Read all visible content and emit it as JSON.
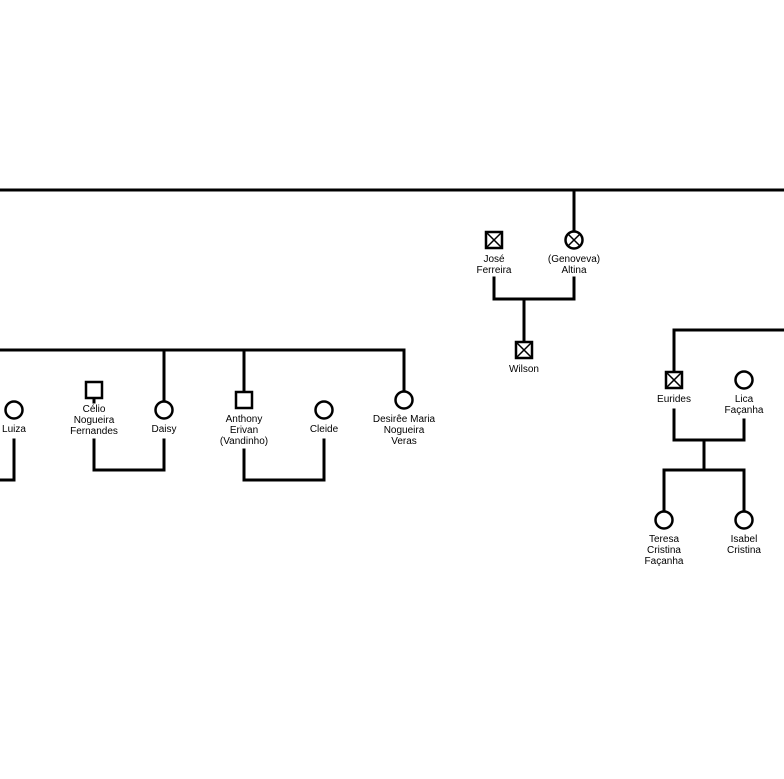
{
  "people": {
    "jose": {
      "label": "José\nFerreira",
      "sex": "male",
      "deceased": true
    },
    "genoveva": {
      "label": "(Genoveva)\nAltina",
      "sex": "female",
      "deceased": true
    },
    "wilson": {
      "label": "Wilson",
      "sex": "male",
      "deceased": true
    },
    "luiza": {
      "label": "Luiza",
      "sex": "female",
      "deceased": false
    },
    "celio": {
      "label": "Célio\nNogueira\nFernandes",
      "sex": "male",
      "deceased": false
    },
    "daisy": {
      "label": "Daisy",
      "sex": "female",
      "deceased": false
    },
    "anthony": {
      "label": "Anthony\nErivan\n(Vandinho)",
      "sex": "male",
      "deceased": false
    },
    "cleide": {
      "label": "Cleide",
      "sex": "female",
      "deceased": false
    },
    "desiree": {
      "label": "Desirêe Maria\nNogueira\nVeras",
      "sex": "female",
      "deceased": false
    },
    "eurides": {
      "label": "Eurides",
      "sex": "male",
      "deceased": true
    },
    "lica": {
      "label": "Lica\nFaçanha",
      "sex": "female",
      "deceased": false
    },
    "teresa": {
      "label": "Teresa\nCristina\nFaçanha",
      "sex": "female",
      "deceased": false
    },
    "isabel": {
      "label": "Isabel\nCristina",
      "sex": "female",
      "deceased": false
    }
  }
}
